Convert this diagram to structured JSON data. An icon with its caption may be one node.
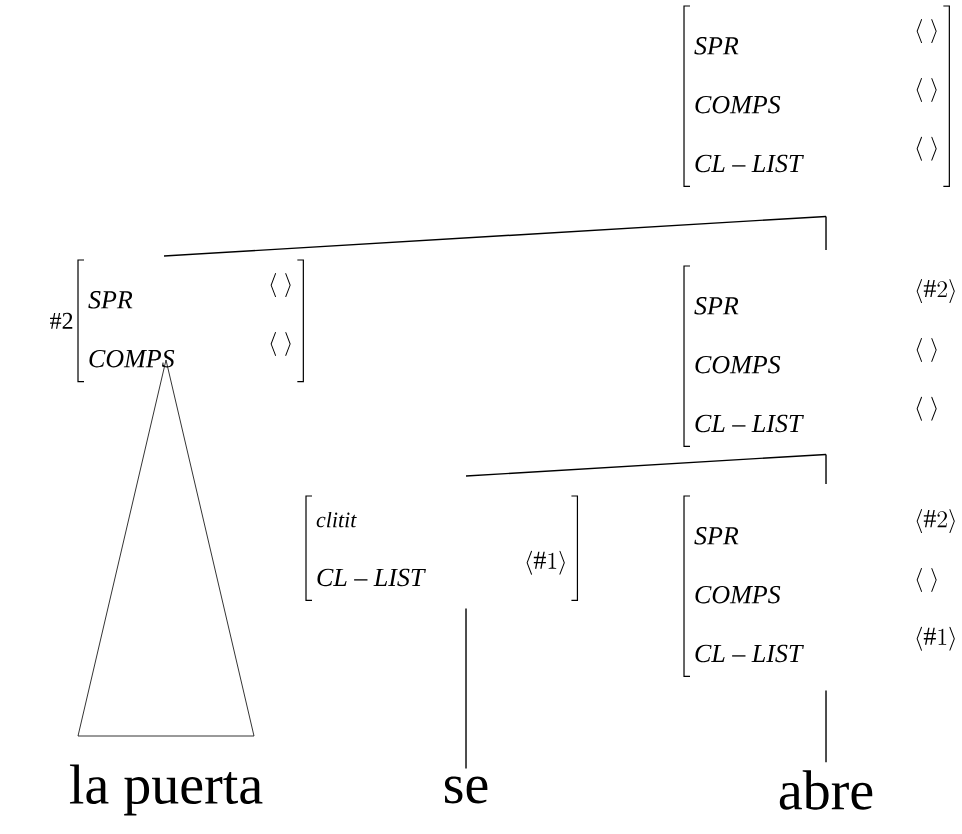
{
  "diagram": {
    "nodes": [
      {
        "text": [
          "SPR",
          "\\langle\\;\\rangle",
          "COMPS",
          "\\langle\\;\\rangle",
          "CL – LIST",
          "\\langle\\;\\rangle"
        ]
      },
      {
        "text": [
          "SPR",
          "\\langle\\;\\rangle",
          "COMPS",
          "\\langle\\;\\rangle"
        ],
        "beside": [
          "#2"
        ]
      },
      {
        "text": [
          "SPR",
          "\\langle\\#2\\rangle",
          "COMPS",
          "\\langle\\;\\rangle",
          "CL – LIST",
          "\\langle\\;\\rangle"
        ]
      },
      {
        "text": [],
        "shape": "triangle"
      },
      {
        "text": [
          "clitit",
          "CL – LIST",
          "\\langle\\#1\\rangle"
        ]
      },
      {
        "text": [
          "SPR",
          "\\langle\\#2\\rangle",
          "COMPS",
          "\\langle\\;\\rangle",
          "CL – LIST",
          "\\langle\\#1\\rangle"
        ]
      },
      {
        "text": [
          "la puerta"
        ]
      },
      {
        "text": [
          "se"
        ]
      },
      {
        "text": [
          "abre"
        ]
      }
    ],
    "edges": [
      {
        "from": 0,
        "to": 1,
        "arrow": "none"
      },
      {
        "from": 0,
        "to": 2,
        "arrow": "none"
      },
      {
        "from": 2,
        "to": 4,
        "arrow": "none"
      },
      {
        "from": 2,
        "to": 5,
        "arrow": "none"
      },
      {
        "from": 4,
        "to": 7,
        "arrow": "none"
      },
      {
        "from": 5,
        "to": 8,
        "arrow": "none"
      }
    ]
  }
}
